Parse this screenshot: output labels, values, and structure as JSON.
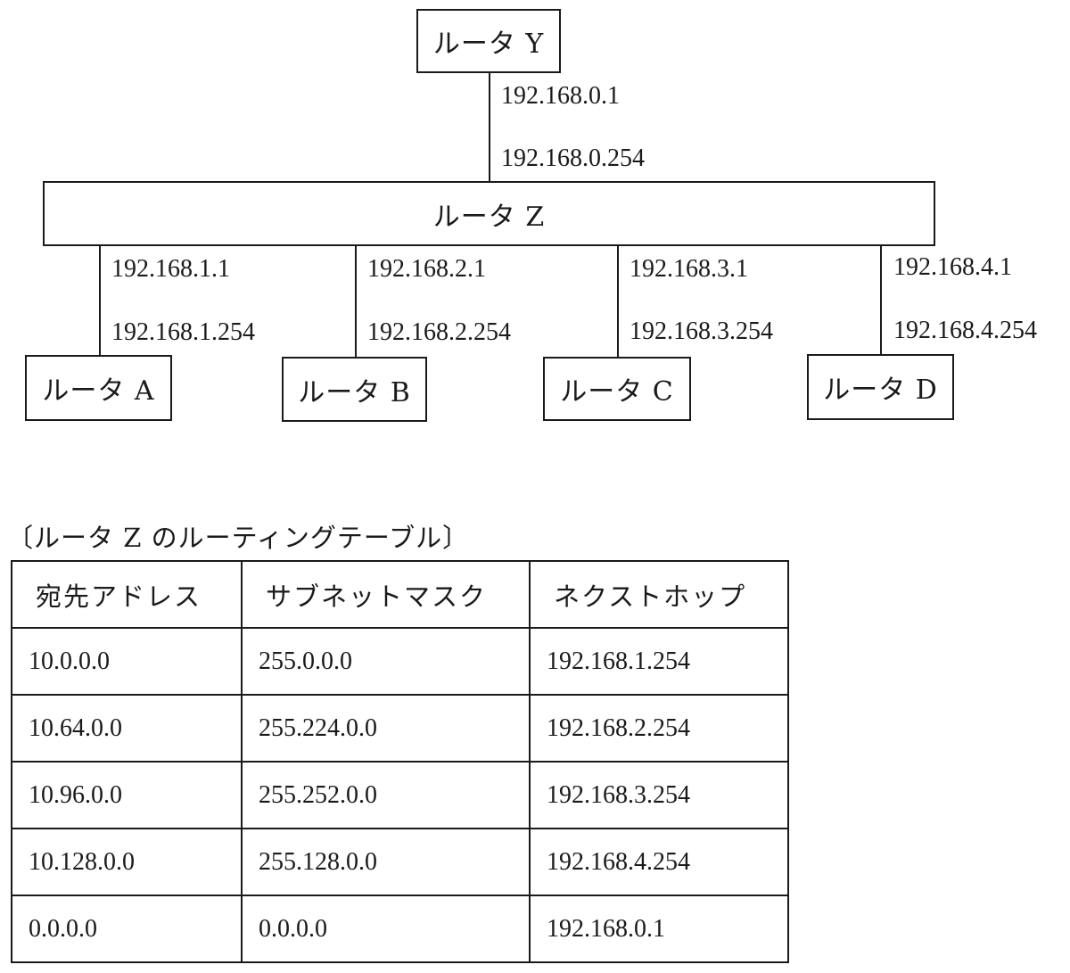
{
  "diagram": {
    "router_y": "ルータ Y",
    "router_z": "ルータ Z",
    "link_y": {
      "upper_ip": "192.168.0.1",
      "lower_ip": "192.168.0.254"
    },
    "routers": [
      {
        "label": "ルータ A",
        "upper_ip": "192.168.1.1",
        "lower_ip": "192.168.1.254"
      },
      {
        "label": "ルータ B",
        "upper_ip": "192.168.2.1",
        "lower_ip": "192.168.2.254"
      },
      {
        "label": "ルータ C",
        "upper_ip": "192.168.3.1",
        "lower_ip": "192.168.3.254"
      },
      {
        "label": "ルータ D",
        "upper_ip": "192.168.4.1",
        "lower_ip": "192.168.4.254"
      }
    ]
  },
  "table": {
    "caption": "〔ルータ Z のルーティングテーブル〕",
    "headers": [
      "宛先アドレス",
      "サブネットマスク",
      "ネクストホップ"
    ],
    "rows": [
      [
        "10.0.0.0",
        "255.0.0.0",
        "192.168.1.254"
      ],
      [
        "10.64.0.0",
        "255.224.0.0",
        "192.168.2.254"
      ],
      [
        "10.96.0.0",
        "255.252.0.0",
        "192.168.3.254"
      ],
      [
        "10.128.0.0",
        "255.128.0.0",
        "192.168.4.254"
      ],
      [
        "0.0.0.0",
        "0.0.0.0",
        "192.168.0.1"
      ]
    ]
  }
}
